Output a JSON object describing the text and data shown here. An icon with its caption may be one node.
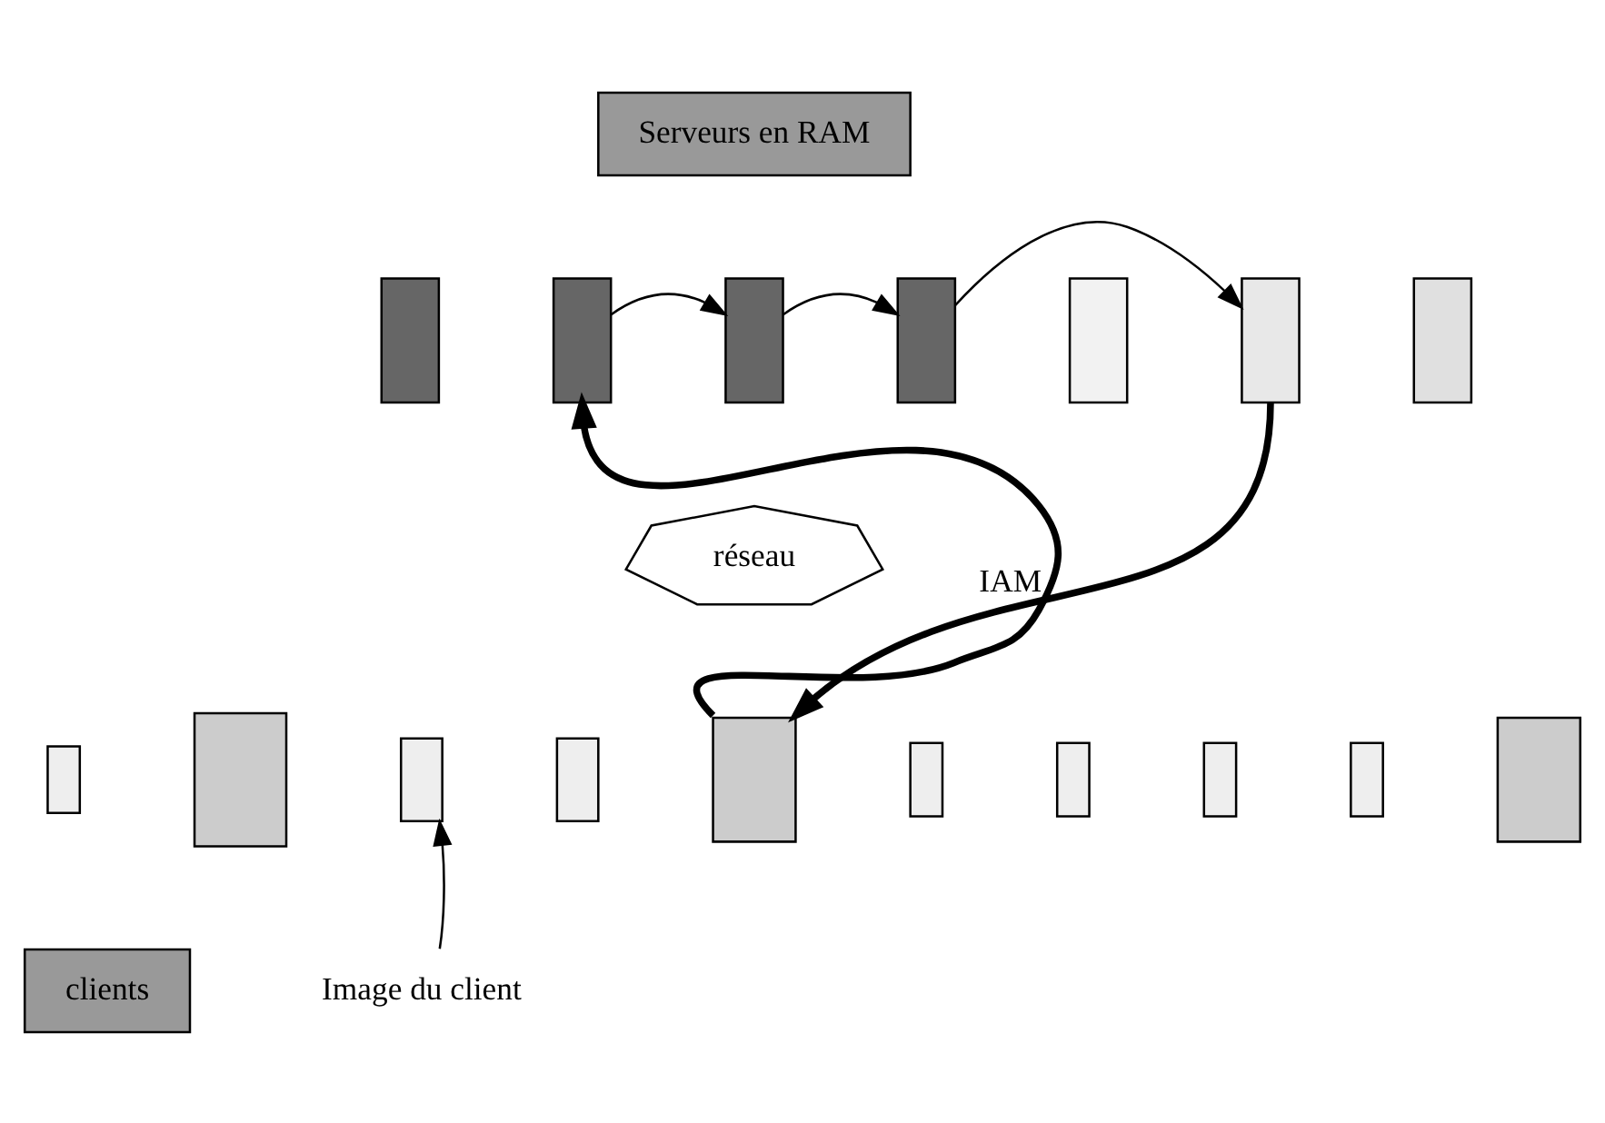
{
  "diagram": {
    "nodes": [
      {
        "text": [
          "Serveurs en RAM"
        ]
      },
      {
        "text": [],
        "shape": "box"
      },
      {
        "text": [],
        "shape": "box"
      },
      {
        "text": [],
        "shape": "box"
      },
      {
        "text": [],
        "shape": "box"
      },
      {
        "text": [],
        "shape": "box"
      },
      {
        "text": [],
        "shape": "box"
      },
      {
        "text": [],
        "shape": "box"
      },
      {
        "text": [
          "réseau"
        ]
      },
      {
        "text": [],
        "shape": "box"
      },
      {
        "text": [],
        "shape": "box"
      },
      {
        "text": [],
        "shape": "box"
      },
      {
        "text": [],
        "shape": "box"
      },
      {
        "text": [],
        "shape": "box"
      },
      {
        "text": [],
        "shape": "box"
      },
      {
        "text": [],
        "shape": "box"
      },
      {
        "text": [],
        "shape": "box"
      },
      {
        "text": [],
        "shape": "box"
      },
      {
        "text": [],
        "shape": "box"
      },
      {
        "text": [
          "clients"
        ]
      },
      {
        "text": [
          "Image du client"
        ]
      }
    ],
    "edges": [
      {
        "from": 2,
        "to": 3,
        "arrow": "to"
      },
      {
        "from": 3,
        "to": 4,
        "arrow": "to"
      },
      {
        "from": 4,
        "to": 6,
        "arrow": "to"
      },
      {
        "from": 13,
        "to": 2,
        "arrow": "to",
        "style": "thick"
      },
      {
        "from": 6,
        "to": 13,
        "arrow": "to",
        "style": "thick",
        "label": "IAM"
      },
      {
        "from": 20,
        "to": 11,
        "arrow": "to"
      }
    ]
  }
}
